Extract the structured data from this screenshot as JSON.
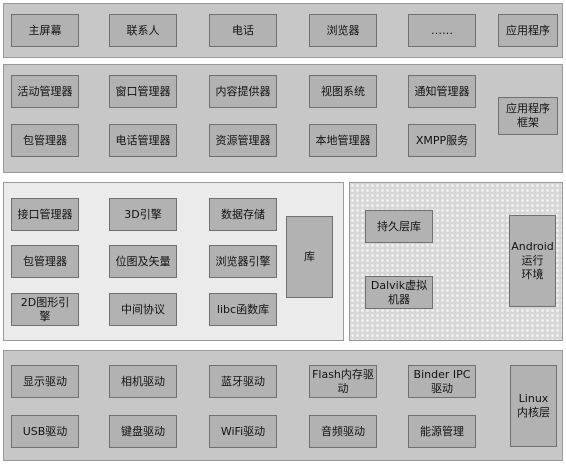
{
  "applications": {
    "items": [
      "主屏幕",
      "联系人",
      "电话",
      "浏览器",
      "……"
    ],
    "label": "应用程序"
  },
  "framework": {
    "row1": [
      "活动管理器",
      "窗口管理器",
      "内容提供器",
      "视图系统",
      "通知管理器"
    ],
    "row2": [
      "包管理器",
      "电话管理器",
      "资源管理器",
      "本地管理器",
      "XMPP服务"
    ],
    "label": "应用程序\n框架"
  },
  "libraries": {
    "row1": [
      "接口管理器",
      "3D引擎",
      "数据存储"
    ],
    "row2": [
      "包管理器",
      "位图及矢量",
      "浏览器引擎"
    ],
    "row3": [
      "2D图形引\n擎",
      "中间协议",
      "libc函数库"
    ],
    "label": "库"
  },
  "runtime": {
    "core": "持久层库",
    "vm": "Dalvik虚拟\n机器",
    "label": "Android\n运行\n环境"
  },
  "kernel": {
    "row1": [
      "显示驱动",
      "相机驱动",
      "蓝牙驱动",
      "Flash内存驱\n动",
      "Binder IPC\n驱动"
    ],
    "row2": [
      "USB驱动",
      "键盘驱动",
      "WiFi驱动",
      "音频驱动",
      "能源管理"
    ],
    "label": "Linux\n内核层"
  }
}
